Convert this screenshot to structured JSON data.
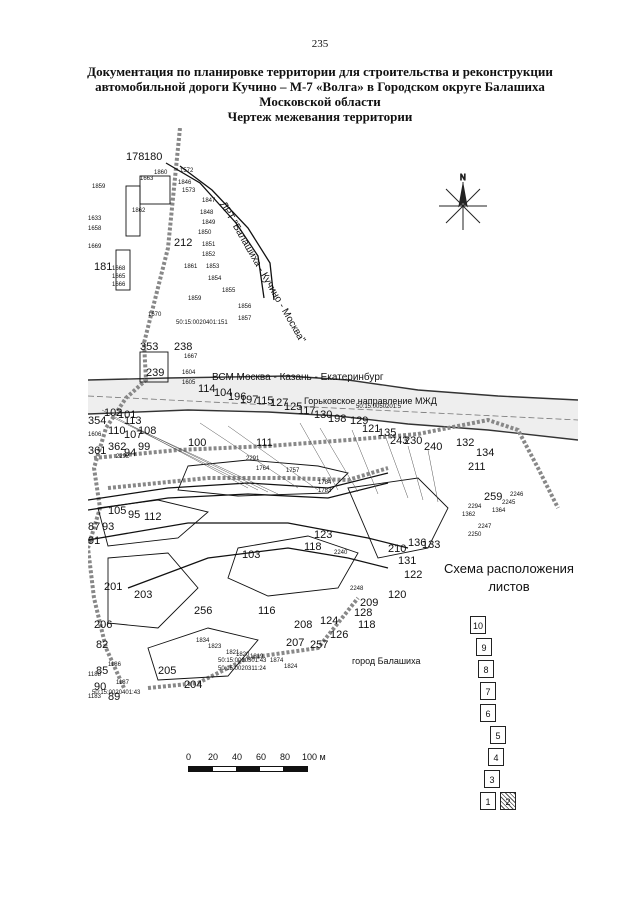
{
  "page": {
    "number": "235"
  },
  "title": {
    "lines": [
      "Документация по планировке территории для строительства и реконструкции",
      "автомобильной дороги Кучино – М-7 «Волга» в Городском округе Балашиха",
      "Московской области",
      "Чертеж межевания территории"
    ]
  },
  "map": {
    "labels": {
      "railway_main": "ВСМ Москва - Казань - Екатеринбург",
      "railway_gorky": "Горьковское направление МЖД",
      "project_road": "ЛРТ \"Балашиха - Кучино - Москва\"",
      "city": "город Балашиха",
      "north": "N"
    },
    "parcel_numbers": [
      "178",
      "180",
      "212",
      "181",
      "353",
      "238",
      "239",
      "354",
      "361",
      "362",
      "94",
      "107",
      "108",
      "99",
      "102",
      "101",
      "110",
      "113",
      "114",
      "104",
      "196",
      "197",
      "115",
      "127",
      "125",
      "117",
      "130",
      "198",
      "129",
      "121",
      "135",
      "243",
      "230",
      "240",
      "132",
      "134",
      "211",
      "259",
      "111",
      "100",
      "87",
      "91",
      "93",
      "105",
      "95",
      "112",
      "103",
      "118",
      "123",
      "210",
      "136",
      "133",
      "131",
      "122",
      "120",
      "209",
      "128",
      "118",
      "126",
      "208",
      "124",
      "257",
      "207",
      "201",
      "203",
      "256",
      "206",
      "82",
      "85",
      "90",
      "89",
      "205",
      "204",
      "116"
    ],
    "small_numbers": [
      "1859",
      "1663",
      "1860",
      "1572",
      "1846",
      "1573",
      "1847",
      "1633",
      "1658",
      "1862",
      "1848",
      "1849",
      "1850",
      "1851",
      "1852",
      "1853",
      "1854",
      "1855",
      "1856",
      "1857",
      "1861",
      "1859",
      "1670",
      "1669",
      "1668",
      "1665",
      "1666",
      "1667",
      "1604",
      "1605",
      "1606",
      "2292",
      "2291",
      "1764",
      "1757",
      "1784",
      "1783",
      "2294",
      "1362",
      "1364",
      "2245",
      "2246",
      "2247",
      "2250",
      "2248",
      "2240",
      "1834",
      "1823",
      "1821",
      "1820",
      "1819",
      "1874",
      "1824",
      "1186",
      "1188",
      "1187",
      "1183"
    ],
    "cadastral": [
      "50:15:0020401:151",
      "50:15:0050201:5",
      "50:15:0020301:43",
      "50:15:0020311:24",
      "50:15:0020401:43"
    ]
  },
  "scheme": {
    "title": "Схема расположения листов",
    "sheets": [
      "1",
      "2",
      "3",
      "4",
      "5",
      "6",
      "7",
      "8",
      "9",
      "10"
    ],
    "active_sheet": "2"
  },
  "scale": {
    "ticks": [
      "0",
      "20",
      "40",
      "60",
      "80",
      "100 м"
    ]
  }
}
